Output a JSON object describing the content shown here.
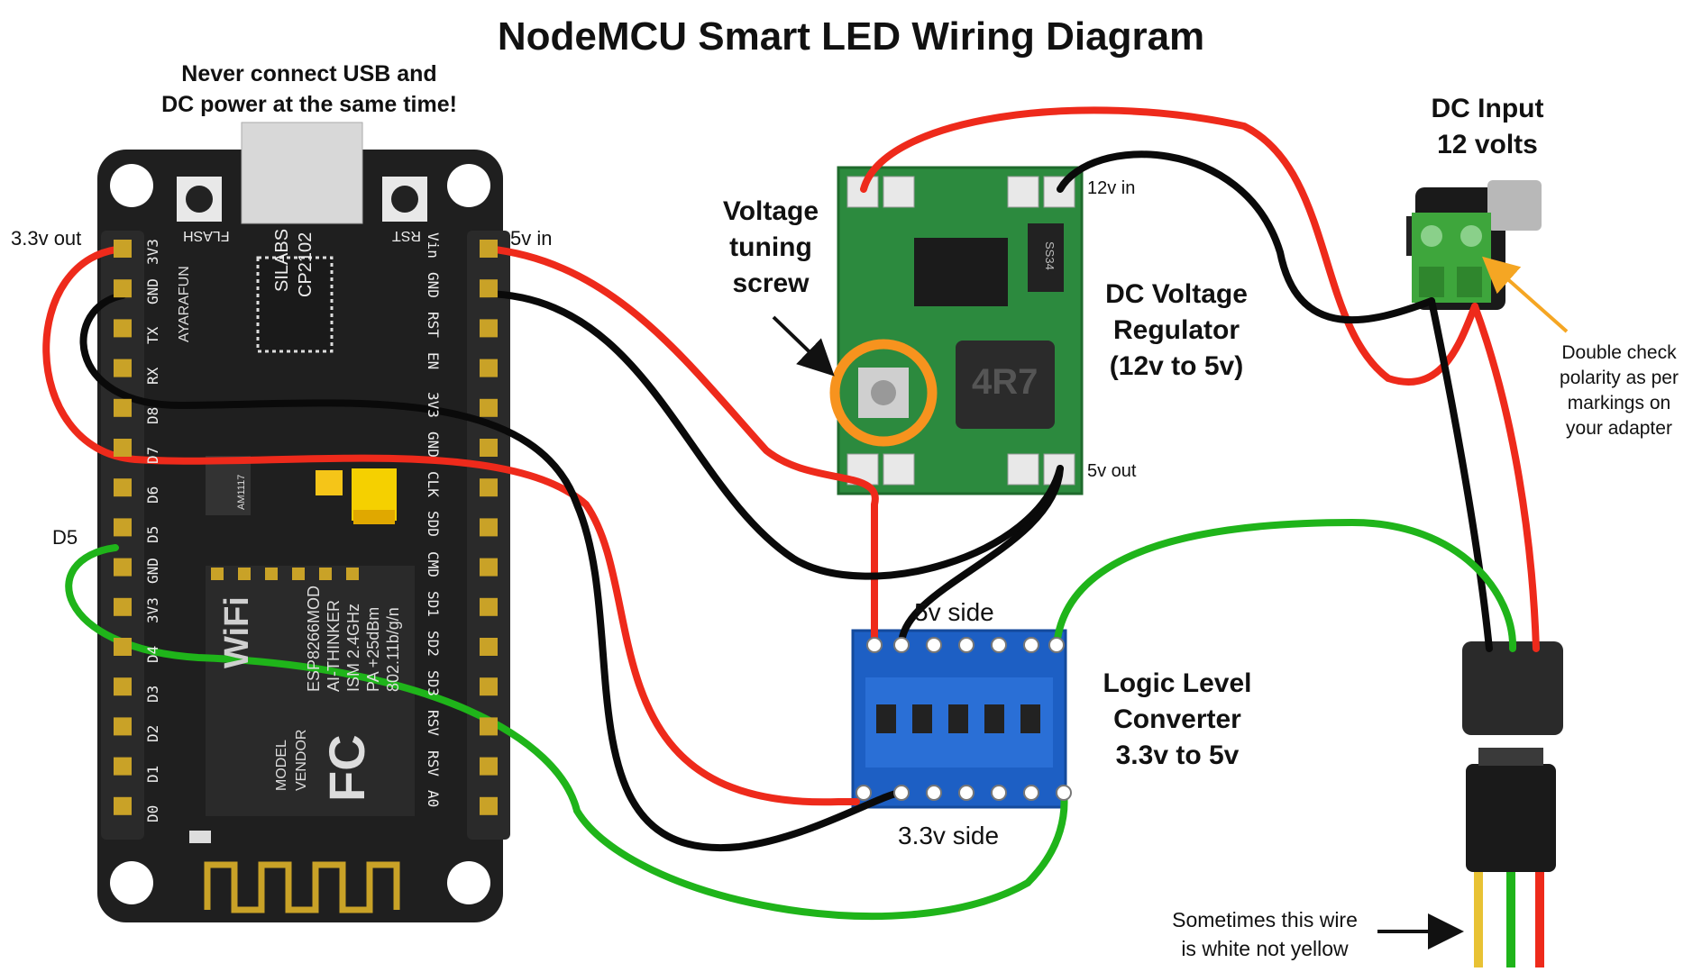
{
  "title": "NodeMCU Smart LED Wiring Diagram",
  "warning": {
    "line1": "Never connect USB and",
    "line2": "DC power at the same time!"
  },
  "nodemcu": {
    "left_pins": [
      "3V3",
      "GND",
      "TX",
      "RX",
      "D8",
      "D7",
      "D6",
      "D5",
      "GND",
      "3V3",
      "D4",
      "D3",
      "D2",
      "D1",
      "D0"
    ],
    "right_pins": [
      "Vin",
      "GND",
      "RST",
      "EN",
      "3V3",
      "GND",
      "CLK",
      "SDD",
      "CMD",
      "SD1",
      "SD2",
      "SD3",
      "RSV",
      "RSV",
      "A0"
    ],
    "button_flash": "FLASH",
    "button_rst": "RST",
    "chip_line1": "SILABS",
    "chip_line2": "CP2102",
    "brand": "AYARAFUN",
    "regulator_chip": "AM1117",
    "wifi_logo": "WiFi",
    "module_lines": [
      "ESP8266MOD",
      "AI-THINKER",
      "ISM 2.4GHz",
      "PA +25dBm",
      "802.11b/g/n"
    ],
    "model_label": "MODEL",
    "vendor_label": "VENDOR",
    "fcc": "FC"
  },
  "labels": {
    "out_3v3": "3.3v out",
    "in_5v": "5v in",
    "d5": "D5",
    "in_12v": "12v in",
    "out_5v": "5v out",
    "side_5v": "5v side",
    "side_3v3": "3.3v side"
  },
  "regulator": {
    "title": [
      "DC Voltage",
      "Regulator",
      "(12v to 5v)"
    ],
    "inductor": "4R7",
    "diode": "SS34",
    "tuning": [
      "Voltage",
      "tuning",
      "screw"
    ]
  },
  "converter": {
    "title": [
      "Logic Level",
      "Converter",
      "3.3v to 5v"
    ]
  },
  "dc_input": {
    "title": [
      "DC Input",
      "12 volts"
    ],
    "note": [
      "Double check",
      "polarity as per",
      "markings on",
      "your adapter"
    ]
  },
  "connector_note": [
    "Sometimes this wire",
    "is white not yellow"
  ],
  "colors": {
    "wire_red": "#ee2a1b",
    "wire_black": "#0a0a0a",
    "wire_green": "#1fb41a",
    "board_pcb": "#1f1f1f",
    "regulator_pcb": "#2c8a3e",
    "converter_pcb": "#1d5fc4",
    "tuning_circle": "#f7931e",
    "terminal_green": "#3ea63c",
    "arrow_yellow": "#f5a623"
  }
}
